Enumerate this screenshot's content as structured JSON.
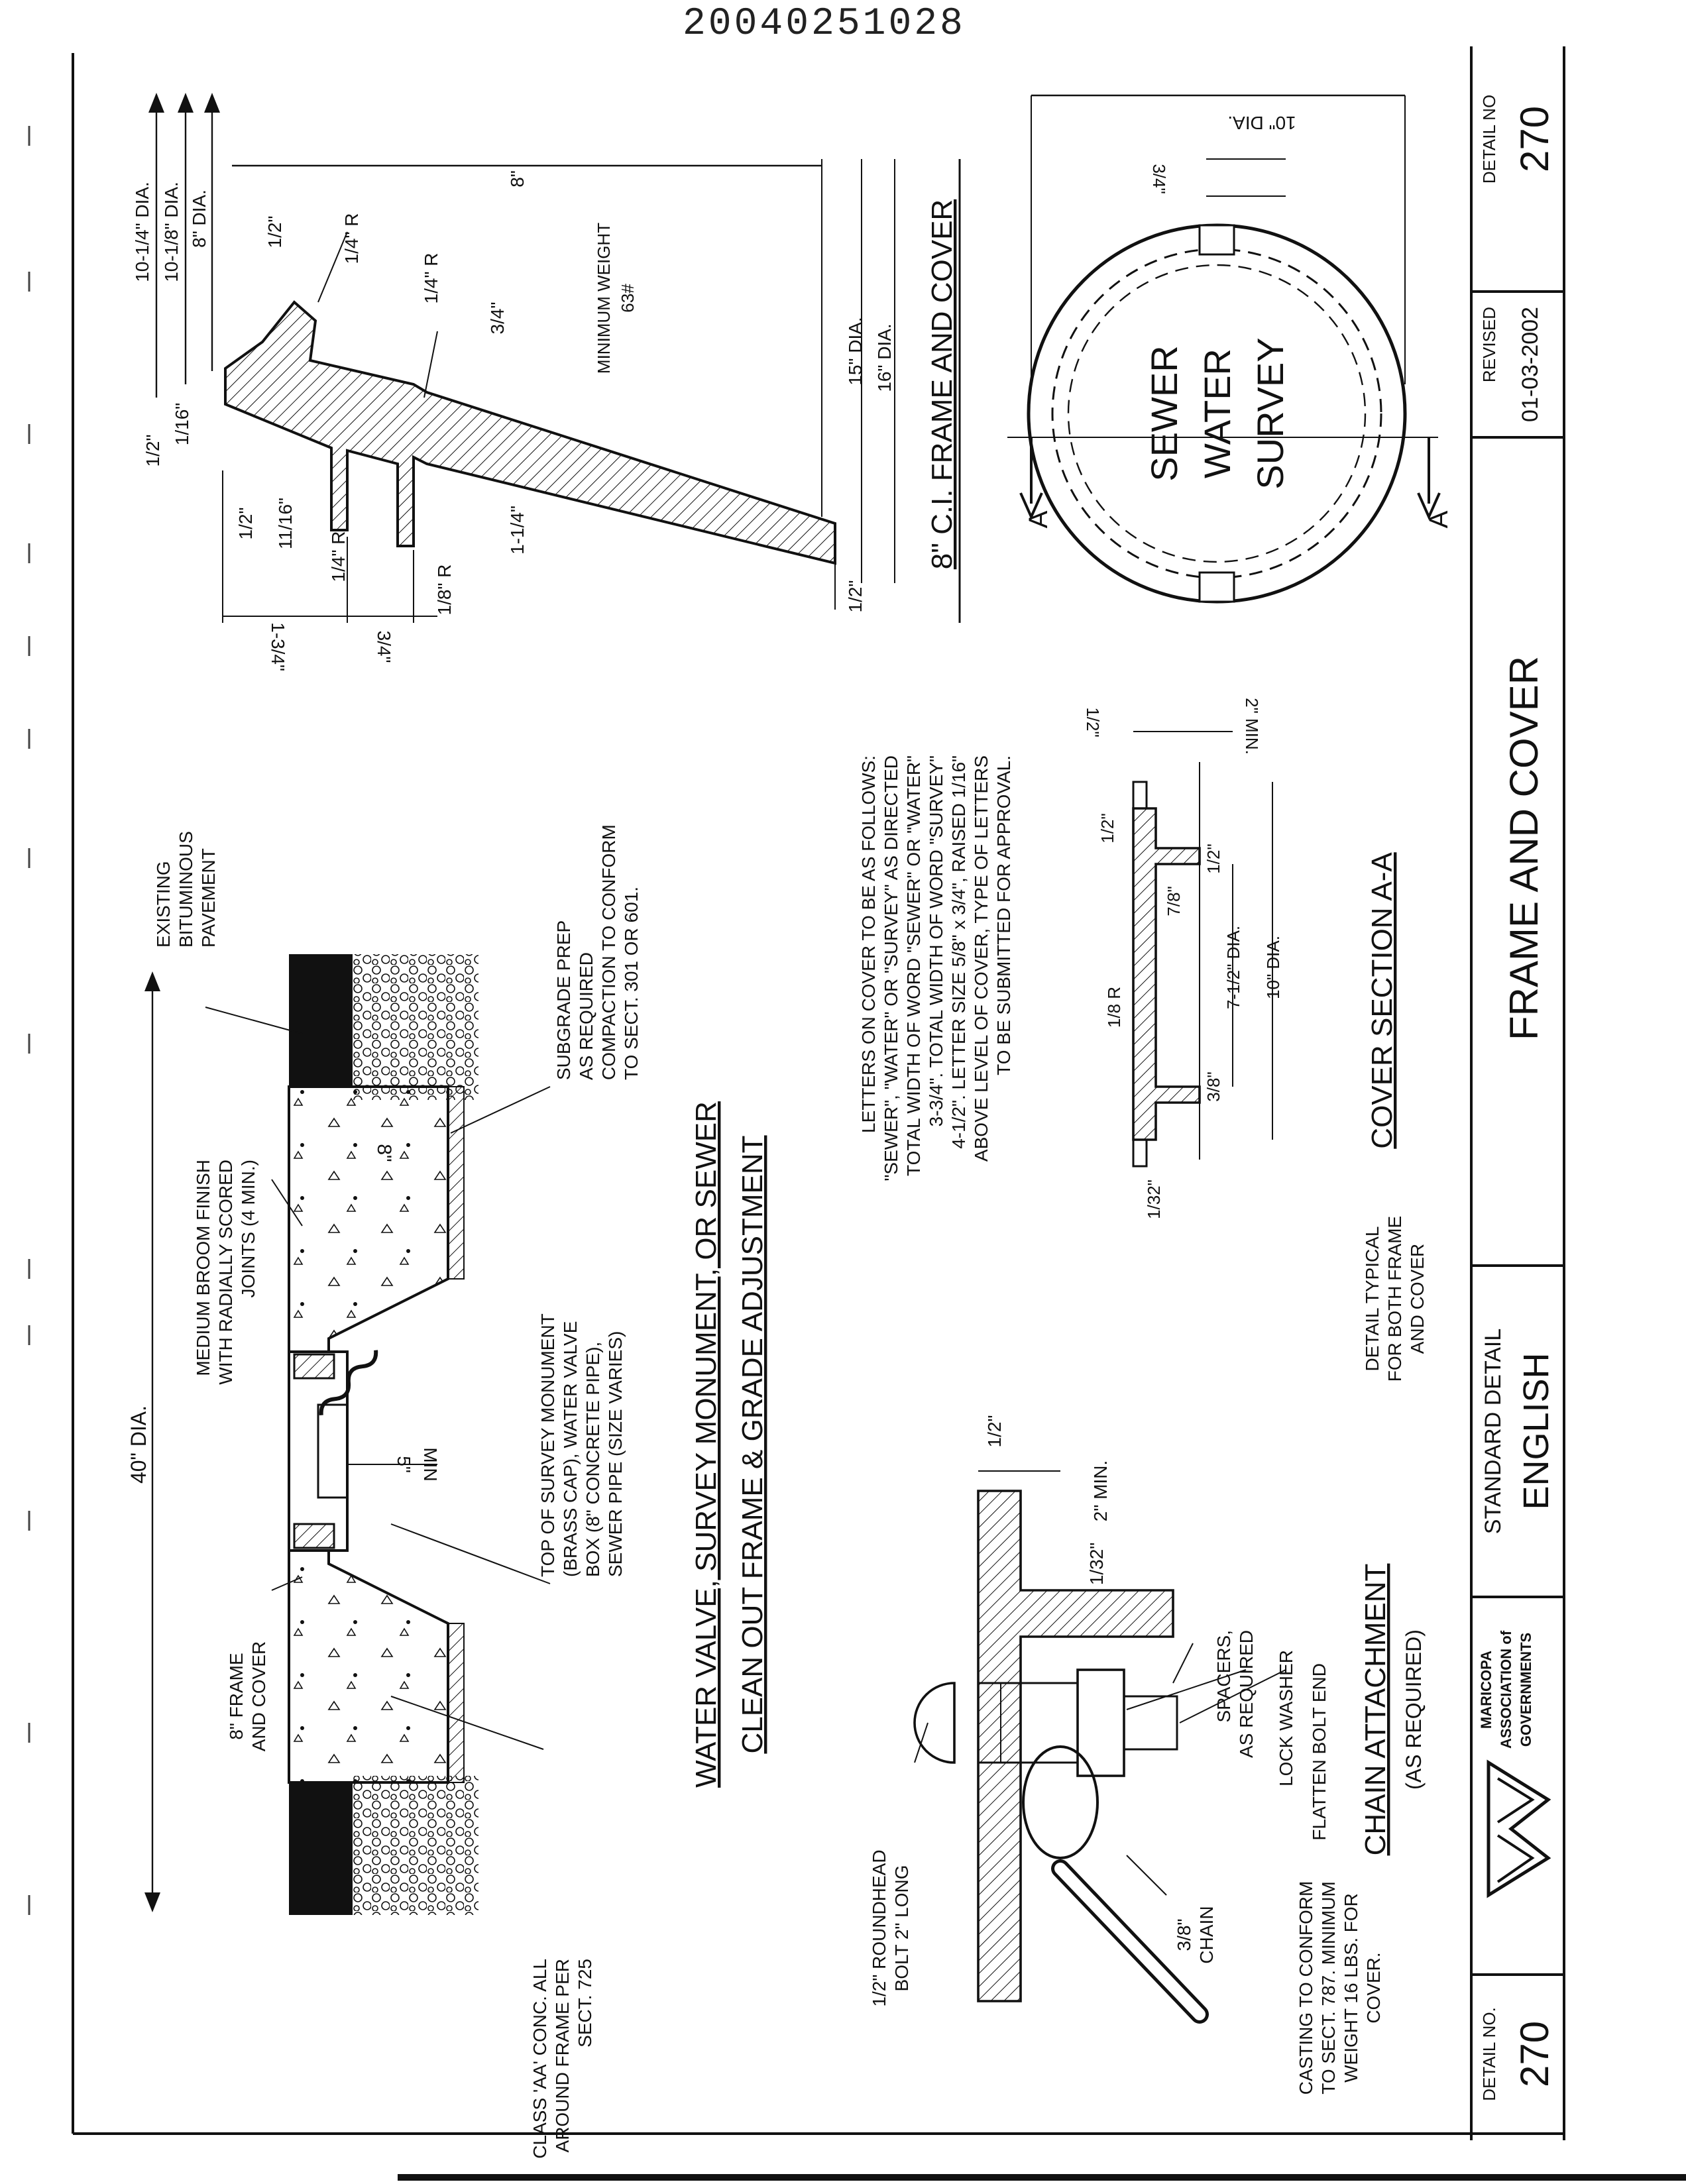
{
  "stamp": "20040251028",
  "title_block": {
    "detail_no_label": "DETAIL NO",
    "detail_no": "270",
    "revised_label": "REVISED",
    "revised": "01-03-2002",
    "title": "FRAME AND COVER",
    "standard_detail": "STANDARD DETAIL",
    "english": "ENGLISH",
    "org_line1": "MARICOPA",
    "org_line2": "ASSOCIATION of",
    "org_line3": "GOVERNMENTS",
    "detail_no_label_bottom": "DETAIL NO.",
    "detail_no_bottom": "270"
  },
  "frame_cover_view": {
    "title": "8\" C.I. FRAME AND COVER",
    "dims": {
      "d1": "10-1/4\" DIA.",
      "d2": "10-1/8\" DIA.",
      "d3": "8\" DIA.",
      "d4": "1/2\"",
      "d5": "1/4\" R",
      "d6": "1/4\" R",
      "d7": "3/4\"",
      "d8": "8\"",
      "d9": "1/2\"",
      "d10": "1/16\"",
      "d11": "1/2\"",
      "d12": "11/16\"",
      "d13": "1/4\" R",
      "d14": "1/8\" R",
      "d15": "1-1/4\"",
      "d16": "1-3/4\"",
      "d17": "3/4\"",
      "d18": "15\" DIA.",
      "d19": "16\" DIA.",
      "d20": "1/2\""
    },
    "min_weight_1": "MINIMUM WEIGHT",
    "min_weight_2": "63#"
  },
  "cover_plan": {
    "dia": "10\" DIA.",
    "slot": "3/4\"",
    "word1": "SEWER",
    "word2": "WATER",
    "word3": "SURVEY",
    "section_mark": "A"
  },
  "main_section": {
    "title_1": "WATER VALVE, SURVEY MONUMENT, OR SEWER",
    "title_2": "CLEAN OUT FRAME & GRADE ADJUSTMENT",
    "dia_40": "40\" DIA.",
    "depth_8": "8\"",
    "min_5": "5\"",
    "min_5b": "MIN",
    "note_existing": [
      "EXISTING",
      "BITUMINOUS",
      "PAVEMENT"
    ],
    "note_broom": [
      "MEDIUM BROOM FINISH",
      "WITH RADIALLY SCORED",
      "JOINTS (4 MIN.)"
    ],
    "note_frame": [
      "8\" FRAME",
      "AND COVER"
    ],
    "note_subgrade": [
      "SUBGRADE PREP",
      "AS REQUIRED",
      "COMPACTION TO CONFORM",
      "TO SECT. 301 OR 601."
    ],
    "note_monument": [
      "TOP OF SURVEY MONUMENT",
      "(BRASS CAP), WATER VALVE",
      "BOX (8\" CONCRETE PIPE),",
      "SEWER PIPE (SIZE VARIES)"
    ],
    "note_class": [
      "CLASS 'AA' CONC. ALL",
      "AROUND FRAME PER",
      "SECT. 725"
    ]
  },
  "letters_note": [
    "LETTERS ON COVER TO BE AS FOLLOWS:",
    "\"SEWER\", \"WATER\" OR \"SURVEY\" AS DIRECTED",
    "TOTAL WIDTH OF WORD \"SEWER\" OR \"WATER\"",
    "3-3/4\". TOTAL WIDTH OF WORD \"SURVEY\"",
    "4-1/2\". LETTER SIZE 5/8\" x 3/4\", RAISED 1/16\"",
    "ABOVE LEVEL OF COVER, TYPE OF LETTERS",
    "TO BE SUBMITTED FOR APPROVAL."
  ],
  "cover_section": {
    "title": "COVER SECTION A-A",
    "dims": {
      "c1": "1/2\"",
      "c2": "2\" MIN.",
      "c3": "1/2\"",
      "c4": "1/2\"",
      "c5": "7/8\"",
      "c6": "1/8 R",
      "c7": "7-1/2\" DIA.",
      "c8": "10\" DIA.",
      "c9": "3/8\"",
      "c10": "1/32\""
    },
    "note": [
      "DETAIL TYPICAL",
      "FOR BOTH FRAME",
      "AND COVER"
    ]
  },
  "chain": {
    "title": "CHAIN ATTACHMENT",
    "subtitle": "(AS REQUIRED)",
    "dims": {
      "h1": "1/2\"",
      "h2": "2\" MIN.",
      "h3": "1/32\""
    },
    "note_spacers": [
      "SPACERS,",
      "AS REQUIRED"
    ],
    "note_lock": "LOCK WASHER",
    "note_flatten": "FLATTEN BOLT END",
    "note_bolt": [
      "1/2\" ROUNDHEAD",
      "BOLT 2\" LONG"
    ],
    "note_chain": [
      "3/8\"",
      "CHAIN"
    ],
    "note_casting": [
      "CASTING TO CONFORM",
      "TO SECT. 787. MINIMUM",
      "WEIGHT 16 LBS. FOR",
      "COVER."
    ]
  }
}
